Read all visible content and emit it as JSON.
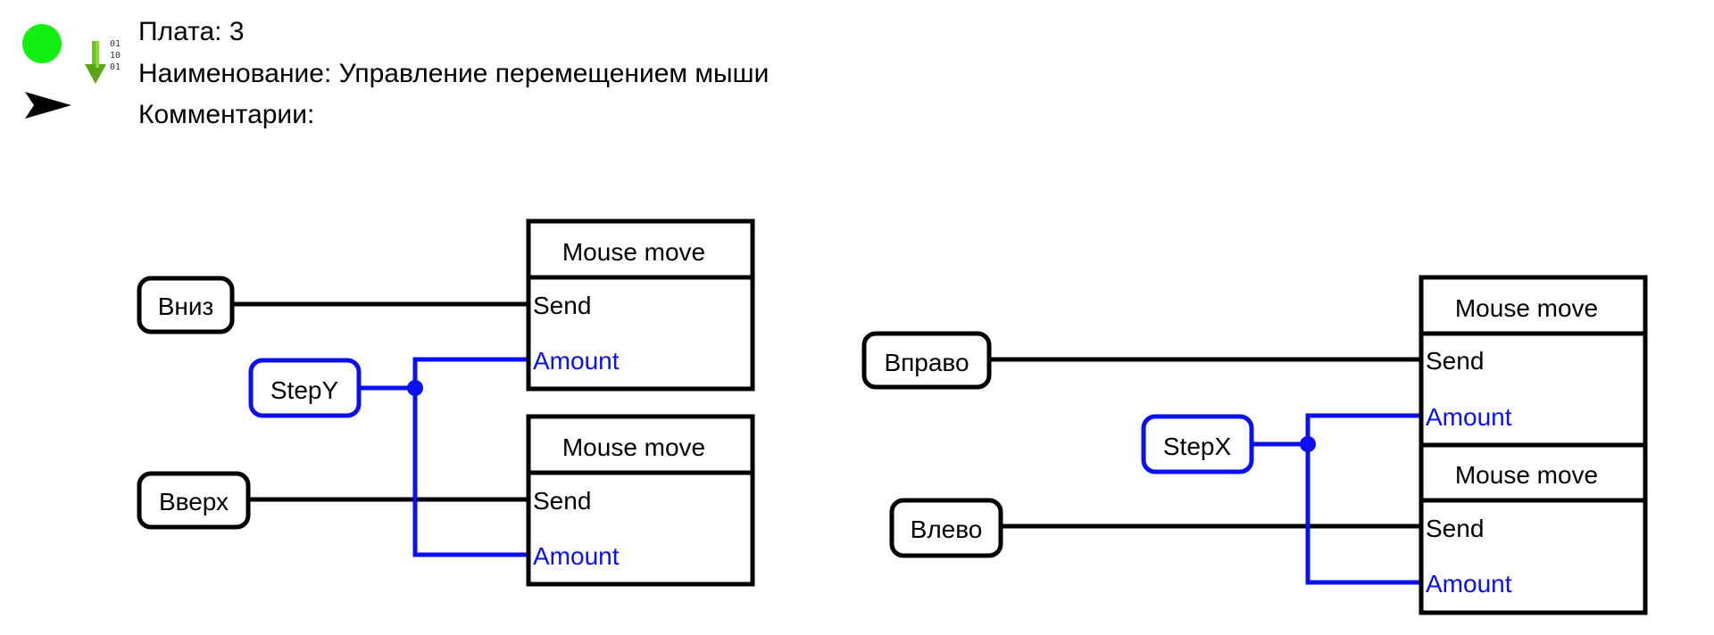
{
  "header": {
    "status_color": "#11f011",
    "status_icon": "green-circle",
    "download_icon": "download-binary-icon",
    "arrow_icon": "arrow-right-icon",
    "board_label": "Плата:",
    "board_value": "3",
    "name_label": "Наименование:",
    "name_value": "Управление перемещением мыши",
    "comments_label": "Комментарии:",
    "comments_value": ""
  },
  "colors": {
    "signal": "#000000",
    "amount_wire": "#0a10f0",
    "amount_text": "#0a10f0"
  },
  "inputs": {
    "down": "Вниз",
    "up": "Вверх",
    "step_y": "StepY",
    "right": "Вправо",
    "left": "Влево",
    "step_x": "StepX"
  },
  "blocks": [
    {
      "title": "Mouse move",
      "send": "Send",
      "amount": "Amount"
    },
    {
      "title": "Mouse move",
      "send": "Send",
      "amount": "Amount"
    },
    {
      "title": "Mouse move",
      "send": "Send",
      "amount": "Amount"
    },
    {
      "title": "Mouse move",
      "send": "Send",
      "amount": "Amount"
    }
  ]
}
